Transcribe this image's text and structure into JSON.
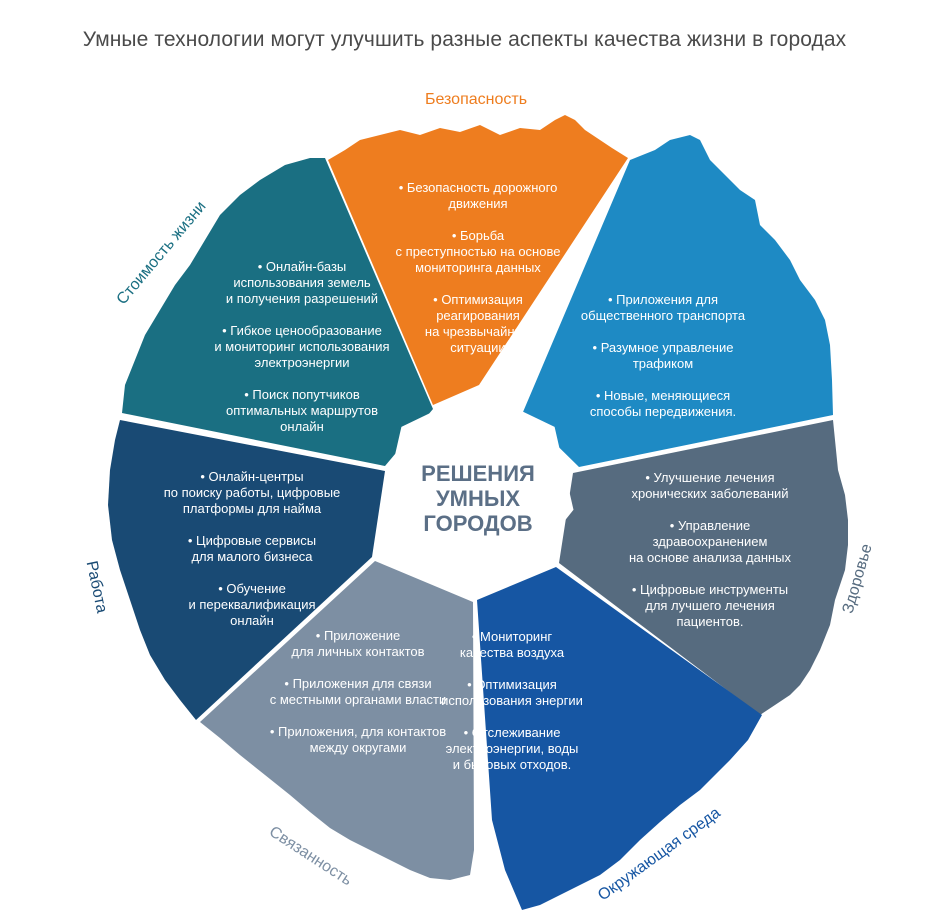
{
  "title": "Умные технологии могут улучшить разные аспекты качества жизни в городах",
  "center": [
    "РЕШЕНИЯ",
    "УМНЫХ",
    "ГОРОДОВ"
  ],
  "segments": [
    {
      "key": "safety",
      "label": "Безопасность",
      "color": "#ee7d1f",
      "label_color": "#ee7d1f",
      "groups": [
        [
          "• Безопасность дорожного",
          "движения"
        ],
        [
          "• Борьба",
          "с преступностью на основе",
          "мониторинга данных"
        ],
        [
          "• Оптимизация",
          "реагирования",
          "на чрезвычайные",
          "ситуации"
        ]
      ]
    },
    {
      "key": "mobility",
      "label": "",
      "color": "#1e8ac4",
      "label_color": "#1e8ac4",
      "groups": [
        [
          "• Приложения для",
          "общественного транспорта"
        ],
        [
          "• Разумное управление",
          "трафиком"
        ],
        [
          "• Новые, меняющиеся",
          "способы передвижения."
        ]
      ]
    },
    {
      "key": "health",
      "label": "Здоровье",
      "color": "#566b7f",
      "label_color": "#566b7f",
      "groups": [
        [
          "• Улучшение лечения",
          "хронических заболеваний"
        ],
        [
          "• Управление",
          "здравоохранением",
          "на основе анализа данных"
        ],
        [
          "• Цифровые инструменты",
          "для лучшего лечения",
          "пациентов."
        ]
      ]
    },
    {
      "key": "environment",
      "label": "Окружающая среда",
      "color": "#1656a3",
      "label_color": "#1656a3",
      "groups": [
        [
          "• Мониторинг",
          "качества воздуха"
        ],
        [
          "• Оптимизация",
          "использования энергии"
        ],
        [
          "• Отслеживание",
          "электроэнергии, воды",
          "и бытовых отходов."
        ]
      ]
    },
    {
      "key": "connectedness",
      "label": "Связанность",
      "color": "#7d8fa3",
      "label_color": "#7d8fa3",
      "groups": [
        [
          "• Приложение",
          "для личных контактов"
        ],
        [
          "• Приложения для связи",
          "с местными органами власти"
        ],
        [
          "• Приложения, для контактов",
          "между округами"
        ]
      ]
    },
    {
      "key": "work",
      "label": "Работа",
      "color": "#194a74",
      "label_color": "#194a74",
      "groups": [
        [
          "• Онлайн-центры",
          "по поиску работы, цифровые",
          "платформы для найма"
        ],
        [
          "• Цифровые сервисы",
          "для малого бизнеса"
        ],
        [
          "• Обучение",
          "и переквалификация",
          "онлайн"
        ]
      ]
    },
    {
      "key": "cost",
      "label": "Стоимость жизни",
      "color": "#1a6f82",
      "label_color": "#1a6f82",
      "groups": [
        [
          "• Онлайн-базы",
          "использования земель",
          "и получения разрешений"
        ],
        [
          "• Гибкое ценообразование",
          "и мониторинг использования",
          "электроэнергии"
        ],
        [
          "• Поиск попутчиков",
          "оптимальных маршрутов",
          "онлайн"
        ]
      ]
    }
  ]
}
